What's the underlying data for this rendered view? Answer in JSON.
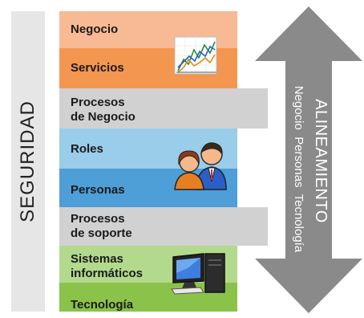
{
  "security": {
    "label": "SEGURIDAD"
  },
  "layers": {
    "negocio": "Negocio",
    "servicios": "Servicios",
    "procesos_negocio": [
      "Procesos",
      "de Negocio"
    ],
    "roles": "Roles",
    "personas": "Personas",
    "procesos_soporte": [
      "Procesos",
      "de soporte"
    ],
    "sistemas": [
      "Sistemas",
      "informáticos"
    ],
    "tecnologia": "Tecnología"
  },
  "alignment": {
    "title": "ALINEAMIENTO",
    "subtitle": "Negocio  Personas  Tecnología"
  },
  "colors": {
    "negocio": "#f8b995",
    "servicios": "#f3964f",
    "procesos": "#d1d1d1",
    "roles": "#99cdea",
    "personas": "#4e9ed7",
    "sistemas": "#b2d98c",
    "tecnologia": "#8bc34a",
    "arrow": "#8a8a8a",
    "security": "#e6e6e6"
  },
  "icons": [
    "line-chart-icon",
    "people-icon",
    "computer-icon"
  ]
}
